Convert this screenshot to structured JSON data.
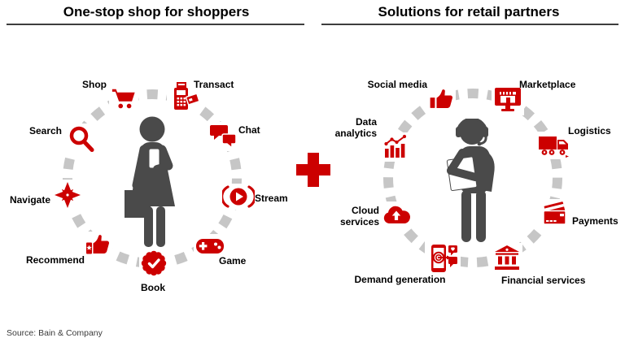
{
  "colors": {
    "accent_red": "#cc0000",
    "figure_gray": "#4a4a4a",
    "dash_gray": "#c6c6c6",
    "text_black": "#000000"
  },
  "titles": {
    "shoppers": "One-stop shop for shoppers",
    "partners": "Solutions for retail partners"
  },
  "connector": {
    "symbol": "plus-icon"
  },
  "shopper_circle": {
    "center_figure": "shopper-with-phone-and-bag",
    "items": [
      {
        "label": "Shop",
        "icon": "shopping-cart-icon"
      },
      {
        "label": "Transact",
        "icon": "pos-terminal-icon"
      },
      {
        "label": "Search",
        "icon": "magnifier-icon"
      },
      {
        "label": "Chat",
        "icon": "chat-bubbles-icon"
      },
      {
        "label": "Navigate",
        "icon": "compass-star-icon"
      },
      {
        "label": "Stream",
        "icon": "play-stream-icon"
      },
      {
        "label": "Recommend",
        "icon": "thumbs-up-star-icon"
      },
      {
        "label": "Game",
        "icon": "gamepad-icon"
      },
      {
        "label": "Book",
        "icon": "seal-check-icon"
      }
    ]
  },
  "partner_circle": {
    "center_figure": "support-agent-with-package",
    "items": [
      {
        "label": "Social media",
        "icon": "thumbs-up-icon"
      },
      {
        "label": "Marketplace",
        "icon": "storefront-monitor-icon"
      },
      {
        "label": "Data analytics",
        "icon": "bar-chart-trend-icon"
      },
      {
        "label": "Logistics",
        "icon": "delivery-truck-icon"
      },
      {
        "label": "Cloud services",
        "icon": "cloud-upload-icon"
      },
      {
        "label": "Payments",
        "icon": "credit-cards-icon"
      },
      {
        "label": "Demand generation",
        "icon": "target-phone-icon"
      },
      {
        "label": "Financial services",
        "icon": "bank-icon"
      }
    ]
  },
  "footer": {
    "source_label": "Source: Bain & Company"
  }
}
